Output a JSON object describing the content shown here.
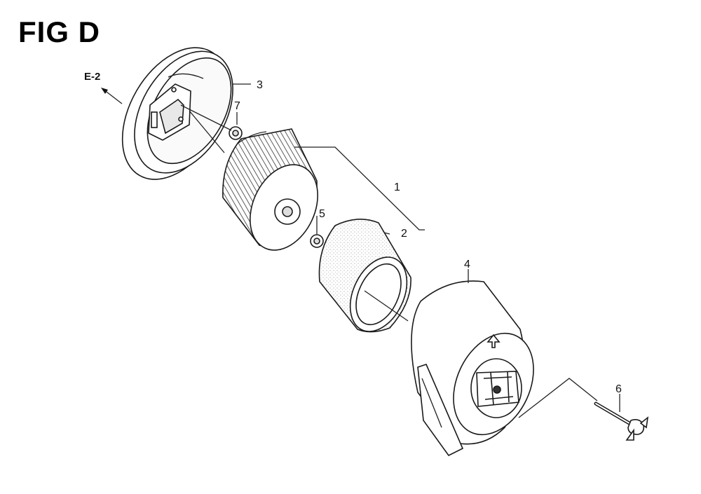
{
  "figure": {
    "title": "FIG D"
  },
  "reference": {
    "label": "E-2"
  },
  "callouts": {
    "c1": "1",
    "c2": "2",
    "c3": "3",
    "c4": "4",
    "c5": "5",
    "c6": "6",
    "c7": "7"
  }
}
